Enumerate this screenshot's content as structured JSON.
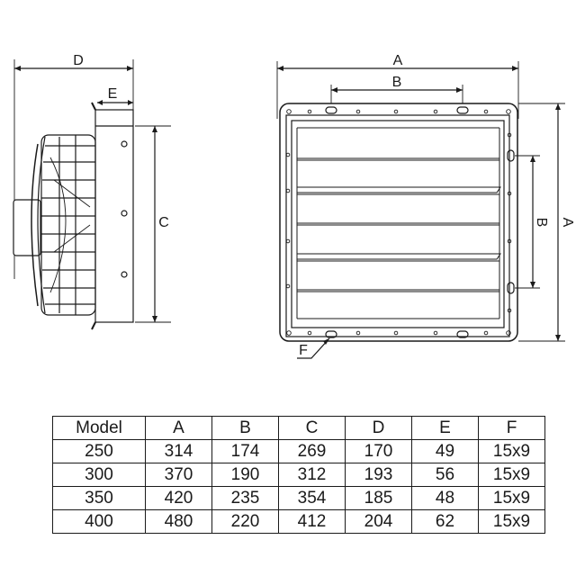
{
  "side_view": {
    "dim_d": "D",
    "dim_e": "E",
    "dim_c": "C"
  },
  "front_view": {
    "dim_a_top": "A",
    "dim_b_top": "B",
    "dim_b_side": "B",
    "dim_a_side": "A",
    "dim_f": "F"
  },
  "table": {
    "headers": [
      "Model",
      "A",
      "B",
      "C",
      "D",
      "E",
      "F"
    ],
    "rows": [
      [
        "250",
        "314",
        "174",
        "269",
        "170",
        "49",
        "15x9"
      ],
      [
        "300",
        "370",
        "190",
        "312",
        "193",
        "56",
        "15x9"
      ],
      [
        "350",
        "420",
        "235",
        "354",
        "185",
        "48",
        "15x9"
      ],
      [
        "400",
        "480",
        "220",
        "412",
        "204",
        "62",
        "15x9"
      ]
    ]
  },
  "colors": {
    "line": "#1a1a1a",
    "frame_fill": "#ffffff",
    "shade": "#cccccc"
  }
}
